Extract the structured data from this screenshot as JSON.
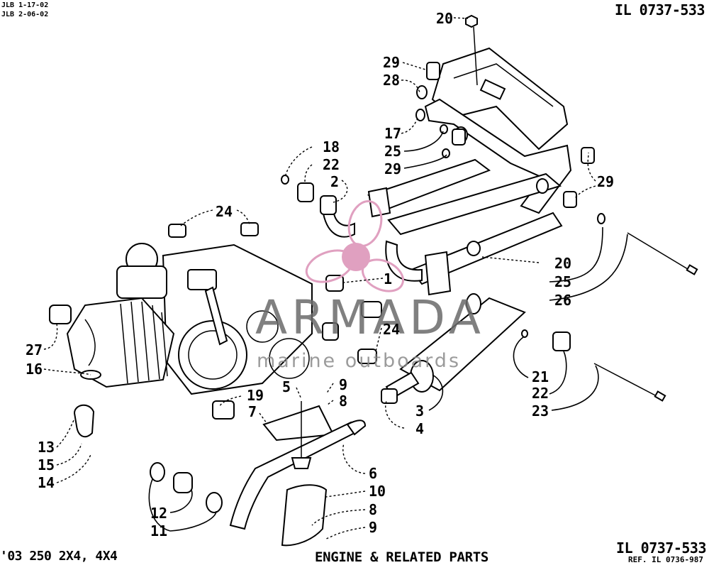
{
  "header": {
    "revision_1": "JLB 1-17-02",
    "revision_2": "JLB 2-06-02",
    "illustration_number_top": "IL 0737-533"
  },
  "footer": {
    "model": "'03 250 2X4, 4X4",
    "title": "ENGINE & RELATED PARTS",
    "illustration_number_bottom": "IL 0737-533",
    "reference": "REF. IL 0736-987"
  },
  "watermark": {
    "brand": "ARMADA",
    "tagline": "marine outboards",
    "logo_color": "#e0a0c0"
  },
  "callouts": [
    {
      "label": "20"
    },
    {
      "label": "29"
    },
    {
      "label": "28"
    },
    {
      "label": "17"
    },
    {
      "label": "25"
    },
    {
      "label": "29"
    },
    {
      "label": "18"
    },
    {
      "label": "22"
    },
    {
      "label": "2"
    },
    {
      "label": "29"
    },
    {
      "label": "24"
    },
    {
      "label": "1"
    },
    {
      "label": "20"
    },
    {
      "label": "25"
    },
    {
      "label": "26"
    },
    {
      "label": "24"
    },
    {
      "label": "27"
    },
    {
      "label": "16"
    },
    {
      "label": "19"
    },
    {
      "label": "5"
    },
    {
      "label": "9"
    },
    {
      "label": "8"
    },
    {
      "label": "7"
    },
    {
      "label": "3"
    },
    {
      "label": "4"
    },
    {
      "label": "21"
    },
    {
      "label": "22"
    },
    {
      "label": "23"
    },
    {
      "label": "13"
    },
    {
      "label": "15"
    },
    {
      "label": "14"
    },
    {
      "label": "6"
    },
    {
      "label": "10"
    },
    {
      "label": "8"
    },
    {
      "label": "12"
    },
    {
      "label": "9"
    },
    {
      "label": "11"
    }
  ]
}
